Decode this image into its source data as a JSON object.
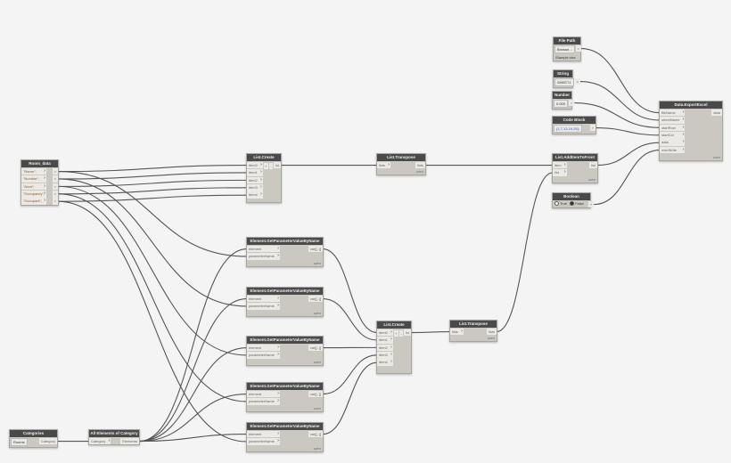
{
  "nodes": [
    {
      "id": "room_data",
      "title": "Room_data",
      "code_lines": [
        "\"Name\";",
        "\"Number\";",
        "\"Area\";",
        "\"Occupancy\";",
        "\"Occupant\";"
      ],
      "inputs": [],
      "outputs": [
        ">",
        ">",
        ">",
        ">",
        ">"
      ]
    },
    {
      "id": "list_create_1",
      "title": "List.Create",
      "inputs": [
        "item0",
        "item1",
        "item2",
        "item3",
        "item4"
      ],
      "outputs": [
        "lst"
      ],
      "plusminus": [
        "+",
        "-"
      ]
    },
    {
      "id": "list_transpose_1",
      "title": "List.Transpose",
      "inputs": [
        "lists"
      ],
      "outputs": [
        "lists"
      ],
      "lacing": "AUTO"
    },
    {
      "id": "list_additemtofront",
      "title": "List.AddItemToFront",
      "inputs": [
        "item",
        "list"
      ],
      "outputs": [
        "list"
      ],
      "lacing": "AUTO"
    },
    {
      "id": "file_path",
      "title": "File Path",
      "widget": "Browse...",
      "subtext": "\\Sample.xlsx",
      "inputs": [],
      "outputs": [
        ">"
      ]
    },
    {
      "id": "string",
      "title": "String",
      "widget": "SHEET1",
      "inputs": [],
      "outputs": [
        ">"
      ]
    },
    {
      "id": "number",
      "title": "Number",
      "widget": "0.000",
      "inputs": [],
      "outputs": [
        ">"
      ]
    },
    {
      "id": "code_block",
      "title": "Code Block",
      "widget": "{1,7,13,19,25};",
      "inputs": [],
      "outputs": [
        ">"
      ]
    },
    {
      "id": "data_exportexcel",
      "title": "Data.ExportExcel",
      "inputs": [
        "fileName",
        "sheetName",
        "startRow",
        "startCol",
        "data",
        "overWrite"
      ],
      "outputs": [
        "data"
      ],
      "lacing": "AUTO"
    },
    {
      "id": "boolean",
      "title": "Boolean",
      "options": [
        "True",
        "False"
      ],
      "selected": "False",
      "inputs": [],
      "outputs": [
        ">"
      ]
    },
    {
      "id": "getparam_1",
      "title": "Element.GetParameterValueByName",
      "inputs": [
        "element",
        "parameterName"
      ],
      "outputs": [
        "var[]..[]"
      ],
      "lacing": "AUTO"
    },
    {
      "id": "getparam_2",
      "title": "Element.GetParameterValueByName",
      "inputs": [
        "element",
        "parameterName"
      ],
      "outputs": [
        "var[]..[]"
      ],
      "lacing": "AUTO"
    },
    {
      "id": "getparam_3",
      "title": "Element.GetParameterValueByName",
      "inputs": [
        "element",
        "parameterName"
      ],
      "outputs": [
        "var[]..[]"
      ],
      "lacing": "AUTO"
    },
    {
      "id": "getparam_4",
      "title": "Element.GetParameterValueByName",
      "inputs": [
        "element",
        "parameterName"
      ],
      "outputs": [
        "var[]..[]"
      ],
      "lacing": "AUTO"
    },
    {
      "id": "getparam_5",
      "title": "Element.GetParameterValueByName",
      "inputs": [
        "element",
        "parameterName"
      ],
      "outputs": [
        "var[]..[]"
      ],
      "lacing": "AUTO"
    },
    {
      "id": "list_create_2",
      "title": "List.Create",
      "inputs": [
        "item0",
        "item1",
        "item2",
        "item3",
        "item4"
      ],
      "outputs": [
        "lst"
      ],
      "plusminus": [
        "+",
        "-"
      ]
    },
    {
      "id": "list_transpose_2",
      "title": "List.Transpose",
      "inputs": [
        "lists"
      ],
      "outputs": [
        "lists"
      ],
      "lacing": "AUTO"
    },
    {
      "id": "categories",
      "title": "Categories",
      "widget": "Rooms",
      "inputs": [],
      "outputs": [
        "Category"
      ]
    },
    {
      "id": "all_elements",
      "title": "All Elements of Category",
      "inputs": [
        "Category"
      ],
      "outputs": [
        "Elements"
      ]
    }
  ],
  "colors": {
    "background": "#f4f4f4",
    "node_header": "#4a4a4a",
    "node_body": "#cbc8c2",
    "wire": "#555555"
  }
}
